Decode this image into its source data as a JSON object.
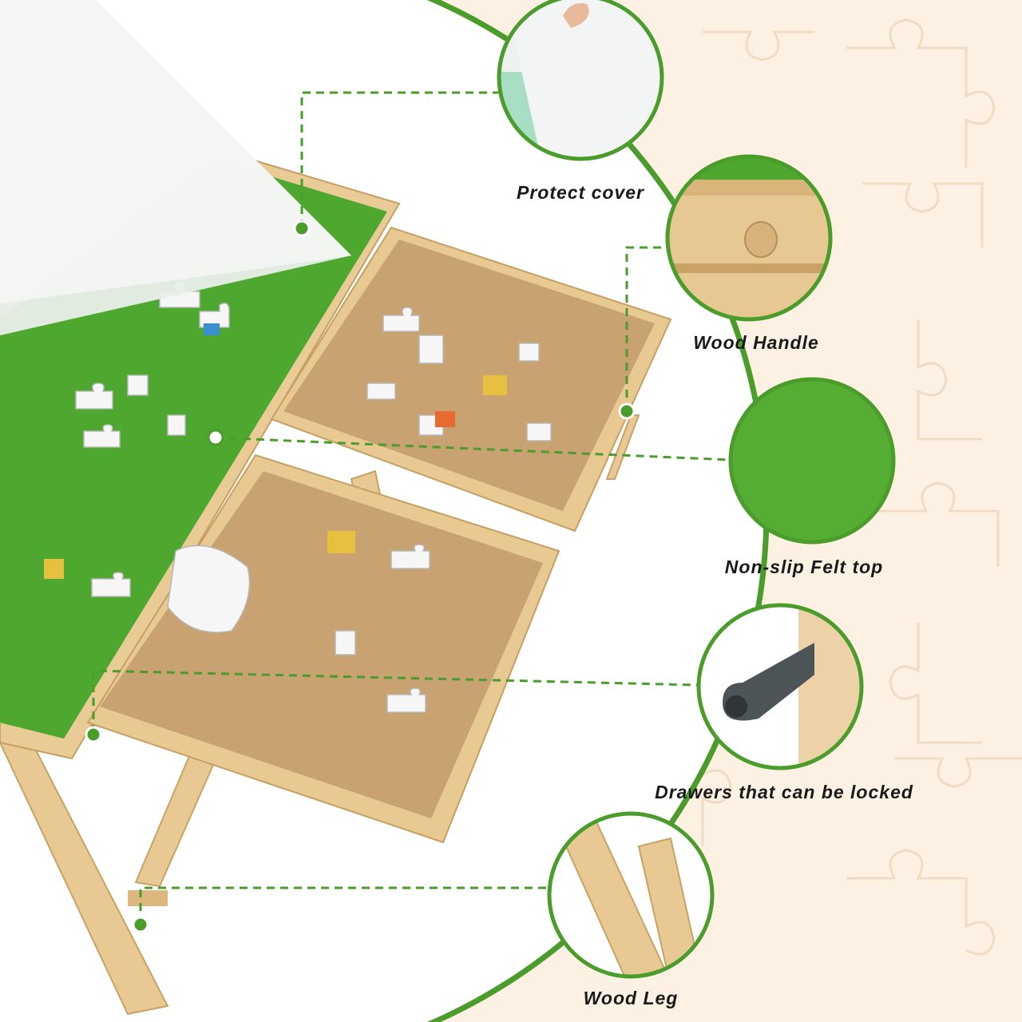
{
  "colors": {
    "background": "#fdf1e4",
    "accent_green": "#4a9c2b",
    "felt_green": "#4ea830",
    "wood": "#e6c690",
    "drawer_board": "#c8a271",
    "label_text": "#1a1a1a"
  },
  "callouts": [
    {
      "label": "Protect cover",
      "icon": "protect-cover-closeup"
    },
    {
      "label": "Wood Handle",
      "icon": "wood-handle-closeup"
    },
    {
      "label": "Non-slip Felt top",
      "icon": "felt-top-closeup"
    },
    {
      "label": "Drawers that can be locked",
      "icon": "drawer-lock-closeup"
    },
    {
      "label": "Wood Leg",
      "icon": "wood-leg-closeup"
    }
  ]
}
